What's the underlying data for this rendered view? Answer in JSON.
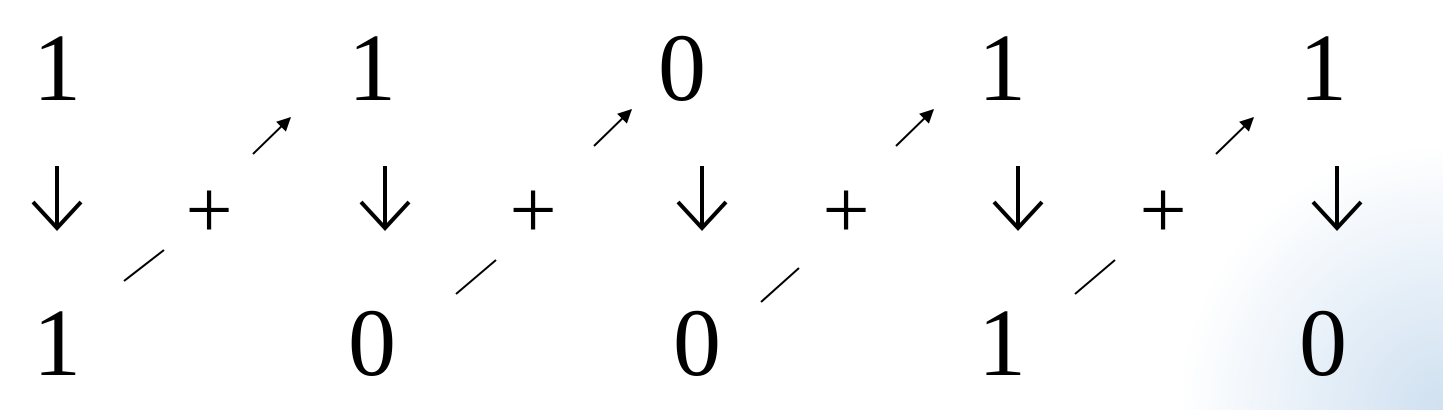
{
  "top_row": [
    "1",
    "1",
    "0",
    "1",
    "1"
  ],
  "bottom_row": [
    "1",
    "0",
    "0",
    "1",
    "0"
  ],
  "operator": "+",
  "icons": {
    "down": "down-arrow-icon",
    "carry": "diagonal-carry-arrow-icon"
  },
  "colors": {
    "ink": "#000000",
    "background": "#ffffff",
    "corner_tint": "#cfe0f0"
  }
}
